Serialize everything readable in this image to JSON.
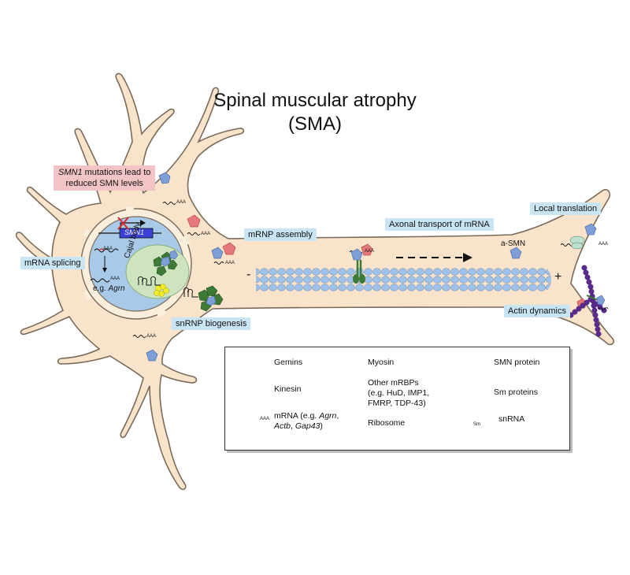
{
  "title_line1": "Spinal muscular atrophy",
  "title_line2": "(SMA)",
  "labels": {
    "smn1_mutation_line1_italic": "SMN1",
    "smn1_mutation_line1_rest": " mutations lead to",
    "smn1_mutation_line2": "reduced SMN levels",
    "gene": "SMN1",
    "cajal_body": "Cajal body",
    "mrna_splicing": "mRNA splicing",
    "eg_prefix": "e.g. ",
    "eg_gene": "Agrn",
    "snrnp_biogenesis": "snRNP biogenesis",
    "mrnp_assembly": "mRNP assembly",
    "axonal_transport": "Axonal transport of mRNA",
    "local_translation": "Local translation",
    "actin_dynamics": "Actin dynamics",
    "a_smn": "a-SMN",
    "minus": "-",
    "plus": "+",
    "aaa": "AAA"
  },
  "legend": {
    "gemins": "Gemins",
    "myosin": "Myosin",
    "smn_protein": "SMN protein",
    "kinesin": "Kinesin",
    "other_mrbps_1": "Other mRBPs",
    "other_mrbps_2": "(e.g. HuD, IMP1,",
    "other_mrbps_3": "FMRP, TDP-43)",
    "sm_proteins": "Sm proteins",
    "mrna_1_prefix": "mRNA (e.g. ",
    "mrna_1_italic": "Agrn",
    "mrna_1_suffix": ",",
    "mrna_2_italic_a": "Actb",
    "mrna_2_sep": ", ",
    "mrna_2_italic_b": "Gap43",
    "mrna_2_suffix": ")",
    "ribosome": "Ribosome",
    "snrna": "snRNA",
    "sm_tag": "Sm"
  },
  "colors": {
    "cell_fill": "#f9e4cb",
    "cell_stroke": "#7a6a5a",
    "nucleus_fill": "#a9c9e8",
    "gemin_green": "#3d7a35",
    "smn_blue": "#7d9ed6",
    "mrbp_red": "#e4787a",
    "sm_yellow": "#f3ec2c",
    "ribosome_green": "#bfe0cf",
    "actin_purple": "#5a2a8e",
    "label_blue": "#c9e4f3",
    "label_pink": "#f2c4c6",
    "gene_box": "#3a3fd6"
  }
}
